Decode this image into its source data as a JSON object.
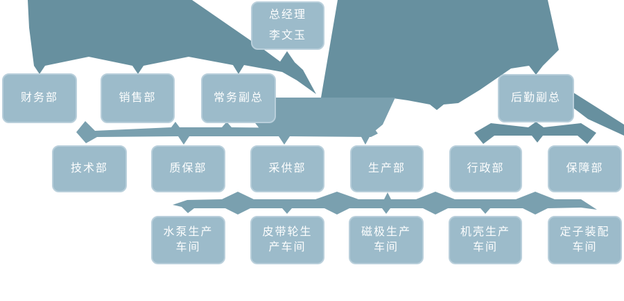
{
  "diagram": {
    "title": "company-organization-chart",
    "type": "org-chart",
    "colors": {
      "background": "#ffffff",
      "box_fill": "#9cbbca",
      "box_border": "#b9cfdb",
      "box_text": "#fdfefe",
      "connector_dark": "#67909f",
      "connector_light": "#7aa0af"
    },
    "nodes": [
      {
        "id": "general-manager",
        "label": "总经理\n李文玉",
        "level": 1,
        "reports_to": null
      },
      {
        "id": "finance-dept",
        "label": "财务部",
        "level": 2,
        "reports_to": "general-manager"
      },
      {
        "id": "sales-dept",
        "label": "销售部",
        "level": 2,
        "reports_to": "general-manager"
      },
      {
        "id": "executive-deputy-gm",
        "label": "常务副总",
        "level": 2,
        "reports_to": "general-manager"
      },
      {
        "id": "logistics-deputy-gm",
        "label": "后勤副总",
        "level": 2,
        "reports_to": "general-manager"
      },
      {
        "id": "technology-dept",
        "label": "技术部",
        "level": 3,
        "reports_to": "executive-deputy-gm"
      },
      {
        "id": "quality-assurance-dept",
        "label": "质保部",
        "level": 3,
        "reports_to": "executive-deputy-gm"
      },
      {
        "id": "procurement-dept",
        "label": "采供部",
        "level": 3,
        "reports_to": "executive-deputy-gm"
      },
      {
        "id": "production-dept",
        "label": "生产部",
        "level": 3,
        "reports_to": "executive-deputy-gm"
      },
      {
        "id": "administration-dept",
        "label": "行政部",
        "level": 3,
        "reports_to": "logistics-deputy-gm"
      },
      {
        "id": "support-dept",
        "label": "保障部",
        "level": 3,
        "reports_to": "logistics-deputy-gm"
      },
      {
        "id": "pump-workshop",
        "label": "水泵生产\n车间",
        "level": 4,
        "reports_to": "production-dept"
      },
      {
        "id": "pulley-workshop",
        "label": "皮带轮生\n产车间",
        "level": 4,
        "reports_to": "production-dept"
      },
      {
        "id": "magnet-pole-workshop",
        "label": "磁极生产\n车间",
        "level": 4,
        "reports_to": "production-dept"
      },
      {
        "id": "casing-workshop",
        "label": "机壳生产\n车间",
        "level": 4,
        "reports_to": "production-dept"
      },
      {
        "id": "stator-workshop",
        "label": "定子装配\n车间",
        "level": 4,
        "reports_to": "production-dept"
      }
    ]
  }
}
